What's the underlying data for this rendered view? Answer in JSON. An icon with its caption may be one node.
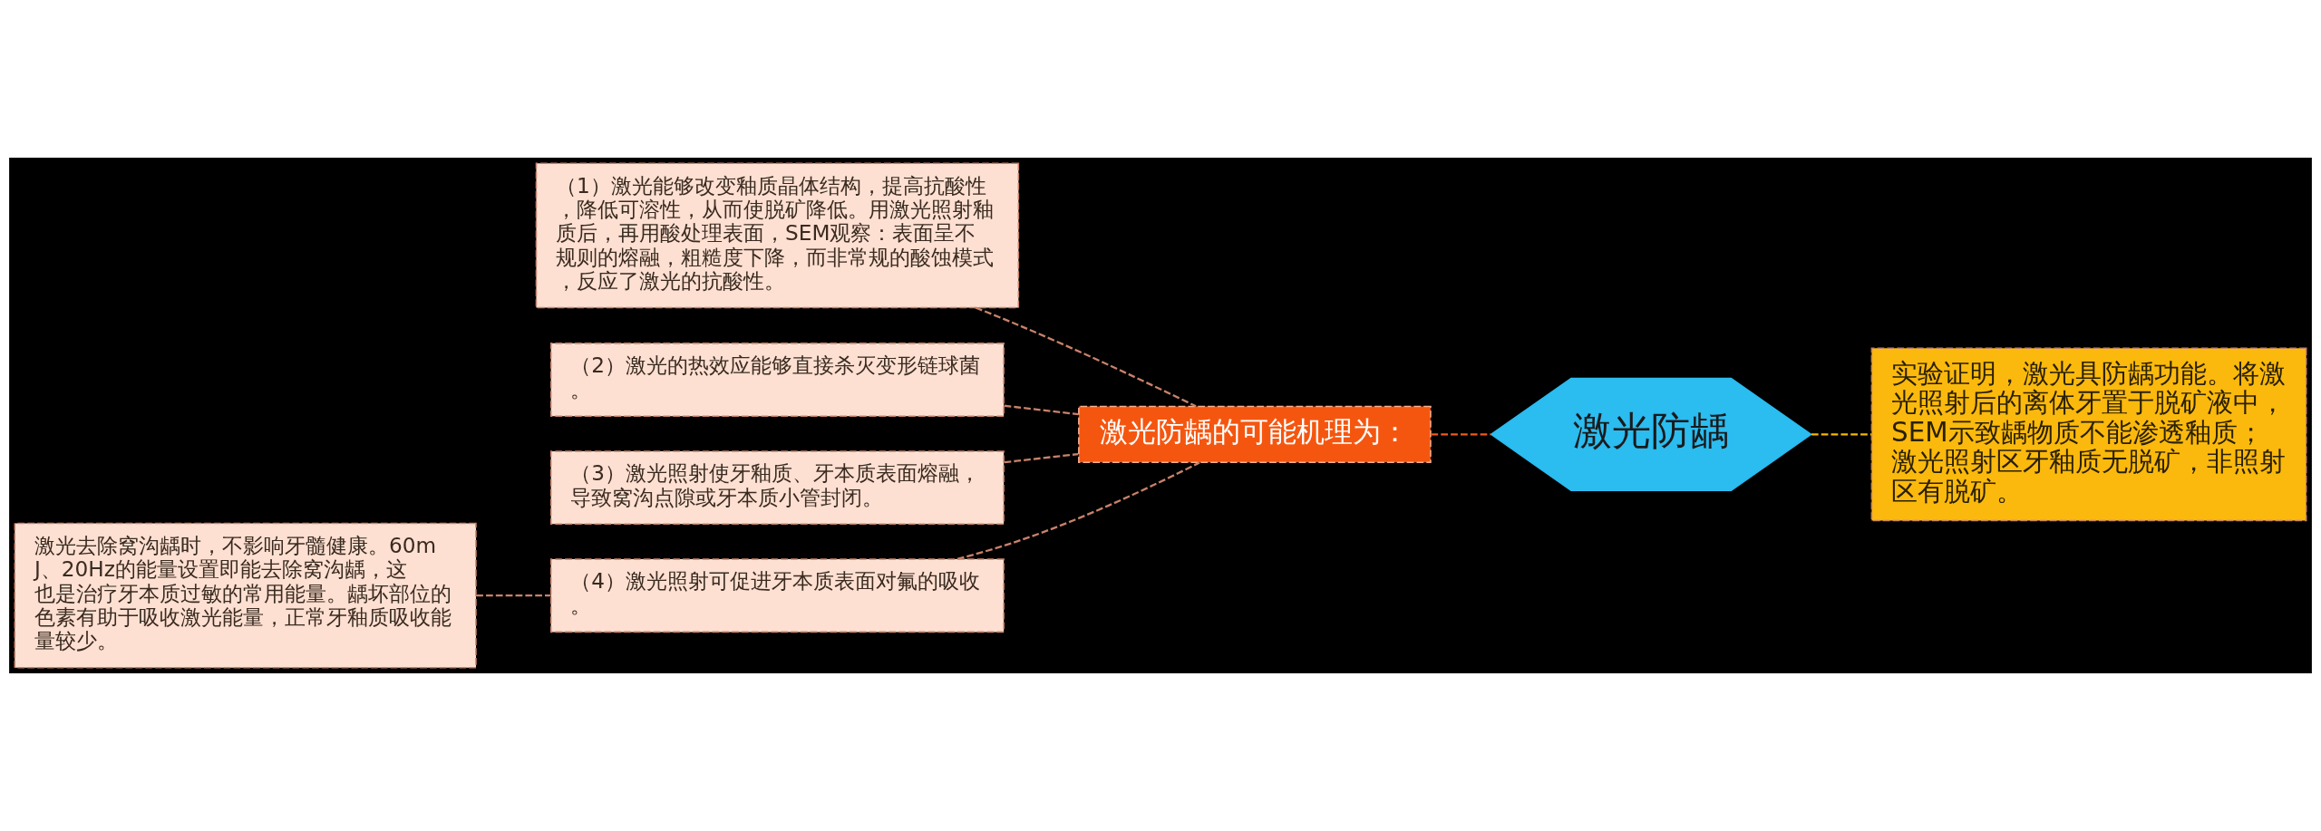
{
  "diagram": {
    "nodes": [
      {
        "text": [
          "激光防龋"
        ]
      },
      {
        "text": [
          "激光防龋的可能机理为："
        ]
      },
      {
        "text": [
          "（1）激光能够改变釉质晶体结构，提高抗酸性，降低可溶性，从而使脱矿降低。用激光照射釉质后，再用酸处理表面，SEM观察：表面呈不规则的熔融，粗糙度下降，而非常规的酸蚀模式，反应了激光的抗酸性。"
        ]
      },
      {
        "text": [
          "（2）激光的热效应能够直接杀灭变形链球菌。"
        ]
      },
      {
        "text": [
          "（3）激光照射使牙釉质、牙本质表面熔融，导致窝沟点隙或牙本质小管封闭。"
        ]
      },
      {
        "text": [
          "（4）激光照射可促进牙本质表面对氟的吸收。"
        ]
      },
      {
        "text": [
          "激光去除窝沟龋时，不影响牙髓健康。60mJ、20Hz的能量设置即能去除窝沟龋，这也是治疗牙本质过敏的常用能量。龋坏部位的色素有助于吸收激光能量，正常牙釉质吸收能量较少。"
        ]
      },
      {
        "text": [
          "实验证明，激光具防龋功能。将激光照射后的离体牙置于脱矿液中，SEM示致龋物质不能渗透釉质；激光照射区牙釉质无脱矿，非照射区有脱矿。"
        ]
      }
    ],
    "edges": [
      {
        "from": 1,
        "to": 0,
        "arrow": "none",
        "style": "dashed",
        "color": "#f05a1a"
      },
      {
        "from": 2,
        "to": 1,
        "arrow": "none",
        "style": "dashed"
      },
      {
        "from": 3,
        "to": 1,
        "arrow": "none",
        "style": "dashed"
      },
      {
        "from": 4,
        "to": 1,
        "arrow": "none",
        "style": "dashed"
      },
      {
        "from": 5,
        "to": 1,
        "arrow": "none",
        "style": "dashed"
      },
      {
        "from": 6,
        "to": 5,
        "arrow": "none",
        "style": "dashed"
      },
      {
        "from": 0,
        "to": 7,
        "arrow": "none",
        "style": "dashed",
        "color": "#f5b800"
      }
    ]
  }
}
